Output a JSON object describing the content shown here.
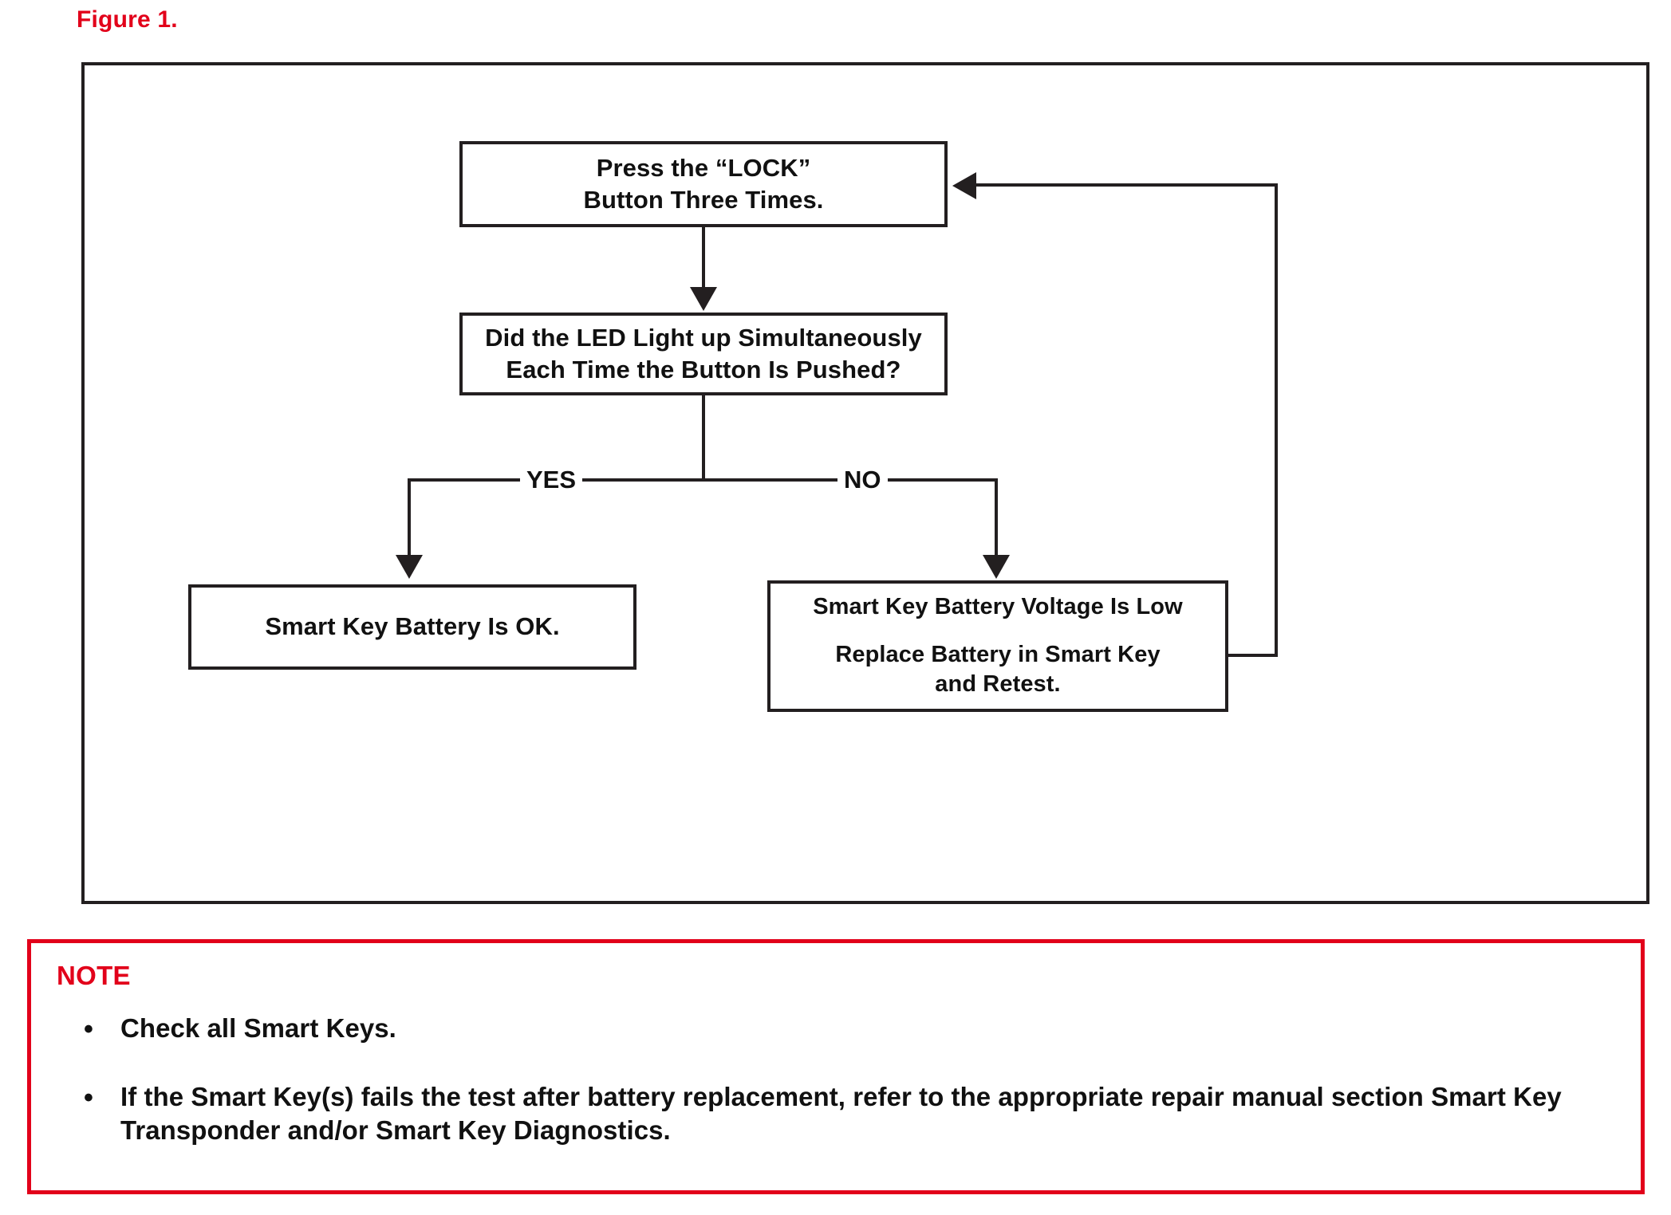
{
  "figure": {
    "caption": "Figure 1."
  },
  "flowchart": {
    "nodes": {
      "press_lock": {
        "line1": "Press the “LOCK”",
        "line2": "Button Three Times."
      },
      "decision": {
        "line1": "Did the LED Light up Simultaneously",
        "line2": "Each Time the Button Is Pushed?"
      },
      "battery_ok": {
        "line1": "Smart Key Battery Is OK."
      },
      "battery_low": {
        "line1": "Smart Key Battery Voltage Is Low",
        "line2": "Replace Battery in Smart Key",
        "line3": "and Retest."
      }
    },
    "branches": {
      "yes_label": "YES",
      "no_label": "NO"
    },
    "colors": {
      "line": "#231f20",
      "text": "#111111",
      "background": "#ffffff"
    }
  },
  "note": {
    "title": "NOTE",
    "bullet_glyph": "•",
    "items": [
      "Check all Smart Keys.",
      "If the Smart Key(s) fails the test after battery replacement, refer to the appropriate repair manual section Smart Key Transponder and/or Smart Key Diagnostics."
    ],
    "accent_color": "#e2001a"
  }
}
